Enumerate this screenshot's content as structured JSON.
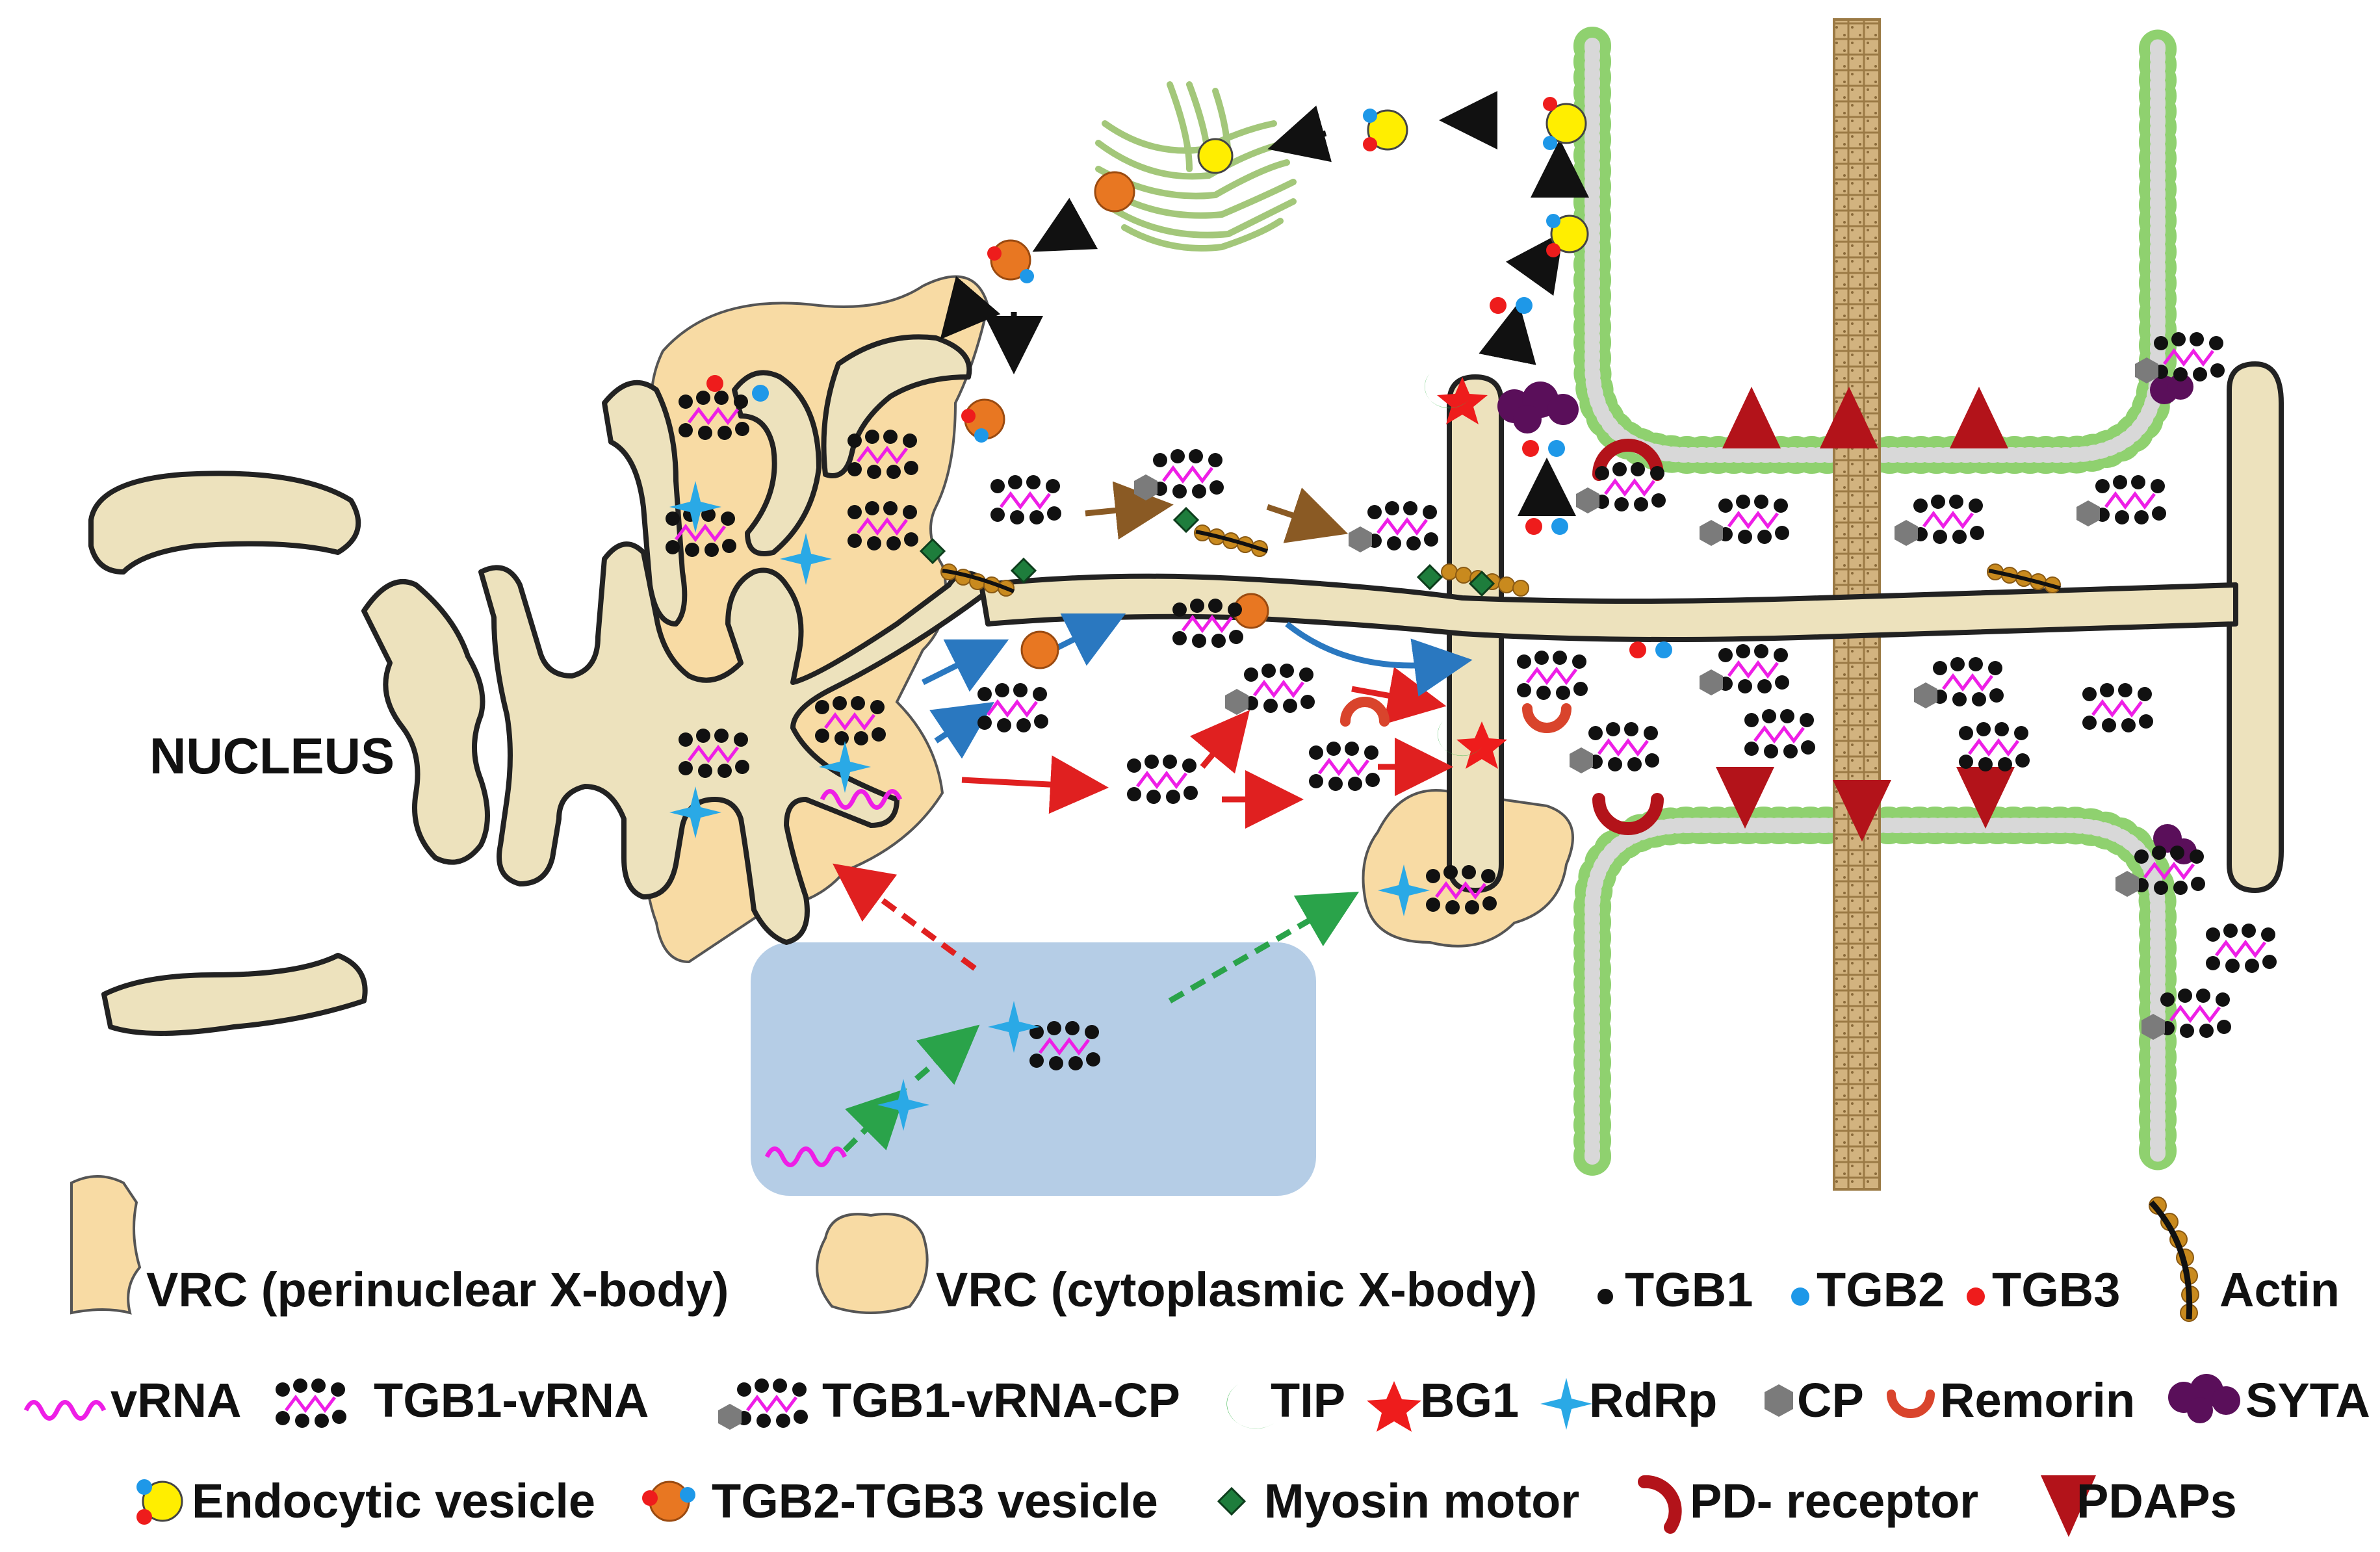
{
  "labels": {
    "nucleus": "NUCLEUS"
  },
  "legend": {
    "vrc_perinuclear": "VRC (perinuclear X-body)",
    "vrc_cytoplasmic": "VRC (cytoplasmic X-body)",
    "tgb1": "TGB1",
    "tgb2": "TGB2",
    "tgb3": "TGB3",
    "actin": "Actin",
    "vrna": "vRNA",
    "tgb1_vrna": "TGB1-vRNA",
    "tgb1_vrna_cp": "TGB1-vRNA-CP",
    "tip": "TIP",
    "bg1": "BG1",
    "rdrp": "RdRp",
    "cp": "CP",
    "remorin": "Remorin",
    "syta": "SYTA",
    "endocytic_vesicle": "Endocytic vesicle",
    "tgb2_tgb3_vesicle": "TGB2-TGB3 vesicle",
    "myosin_motor": "Myosin motor",
    "pd_receptor": "PD- receptor",
    "pdaps": "PDAPs"
  },
  "colors": {
    "vrc_fill": "#f8dba4",
    "er_fill": "#ede2bd",
    "membrane_green": "#8fd16f",
    "vrna_magenta": "#ee1ee6",
    "tgb1_black": "#111111",
    "tgb2_blue": "#1e98e8",
    "tgb3_red": "#ee1c1c",
    "actin_brown": "#c98a1e",
    "rdrp_cyan": "#2aa9e6",
    "cp_gray": "#7b7b7b",
    "remorin_red": "#c0392b",
    "syta_purple": "#5a0f5a",
    "tip_green": "#38b54a",
    "myosin_green": "#1e7d3c",
    "pdaps_darkred": "#b3131a",
    "box_blue": "#b5cde6",
    "golgi_green": "#a3c77a",
    "cell_wall": "#c4a06a"
  },
  "icons": [
    "vrna-icon",
    "tgb1-vrna-icon",
    "tgb1-vrna-cp-icon",
    "tip-icon",
    "bg1-star-icon",
    "rdrp-icon",
    "cp-hexagon-icon",
    "remorin-icon",
    "syta-icon",
    "endocytic-vesicle-icon",
    "tgb2-tgb3-vesicle-icon",
    "myosin-diamond-icon",
    "pd-receptor-icon",
    "pdaps-triangle-icon",
    "actin-icon"
  ]
}
